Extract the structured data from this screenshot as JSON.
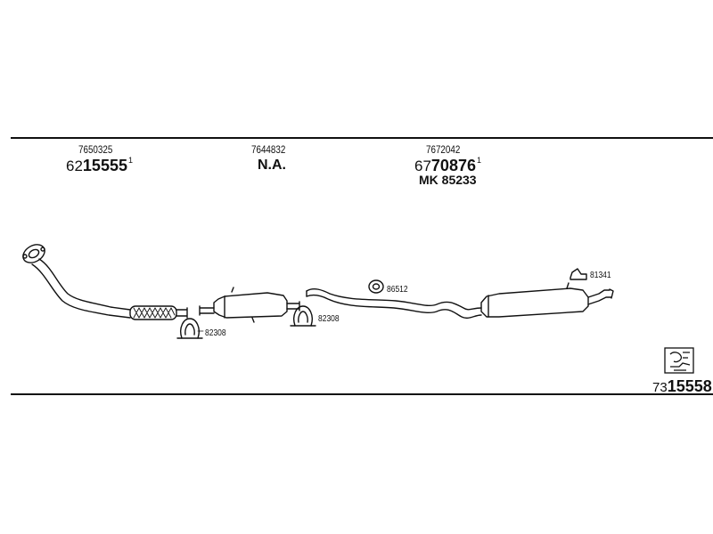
{
  "columns": [
    {
      "ref": "7650325",
      "prefix": "62",
      "main": "15555",
      "sup": "1"
    },
    {
      "ref": "7644832",
      "na": "N.A."
    },
    {
      "ref": "7672042",
      "prefix": "67",
      "main": "70876",
      "sup": "1",
      "extra": "MK 85233"
    }
  ],
  "clamp_labels": [
    "82308",
    "82308",
    "86512",
    "81341"
  ],
  "kit": {
    "prefix": "73",
    "main": "15558",
    "icon": "kit-box-icon"
  }
}
